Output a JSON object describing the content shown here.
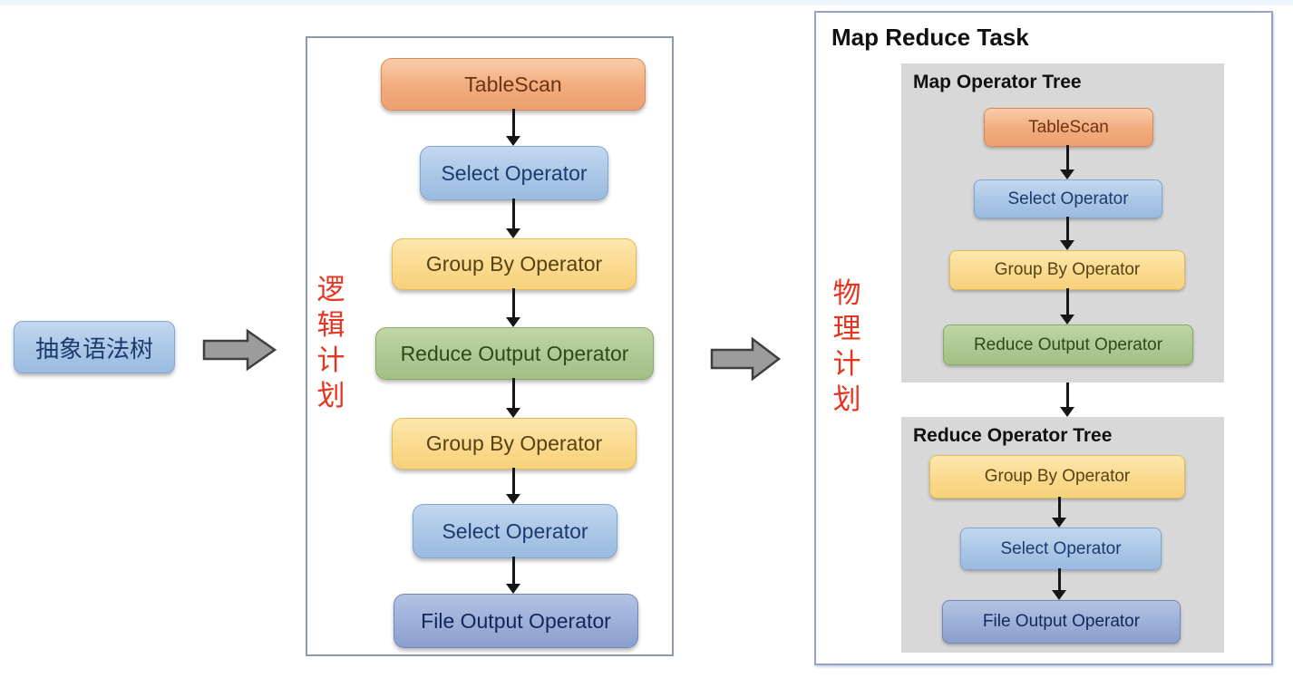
{
  "ast_box": {
    "label": "抽象语法树"
  },
  "logical_plan": {
    "vertical_label": "逻辑计划",
    "nodes": [
      {
        "label": "TableScan",
        "color": "orange"
      },
      {
        "label": "Select Operator",
        "color": "blue"
      },
      {
        "label": "Group By Operator",
        "color": "yellow"
      },
      {
        "label": "Reduce Output Operator",
        "color": "green"
      },
      {
        "label": "Group By Operator",
        "color": "yellow"
      },
      {
        "label": "Select Operator",
        "color": "blue"
      },
      {
        "label": "File Output Operator",
        "color": "periwinkle"
      }
    ]
  },
  "physical_plan": {
    "title": "Map Reduce Task",
    "vertical_label": "物理计划",
    "map_tree": {
      "title": "Map Operator Tree",
      "nodes": [
        {
          "label": "TableScan",
          "color": "orange"
        },
        {
          "label": "Select Operator",
          "color": "blue"
        },
        {
          "label": "Group By Operator",
          "color": "yellow"
        },
        {
          "label": "Reduce Output Operator",
          "color": "green"
        }
      ]
    },
    "reduce_tree": {
      "title": "Reduce Operator Tree",
      "nodes": [
        {
          "label": "Group By Operator",
          "color": "yellow"
        },
        {
          "label": "Select Operator",
          "color": "blue"
        },
        {
          "label": "File Output Operator",
          "color": "periwinkle"
        }
      ]
    }
  },
  "colors": {
    "accent_red": "#e5341f",
    "node_orange": "#f2ab7d",
    "node_blue": "#a9c6e6",
    "node_yellow": "#fada8e",
    "node_green": "#adc992",
    "node_periwinkle": "#9bafd8",
    "panel_gray": "#d8d8d8",
    "logical_border": "#8e9aab",
    "physical_border": "#96a2ce",
    "block_arrow_gray": "#9c9c9c"
  }
}
